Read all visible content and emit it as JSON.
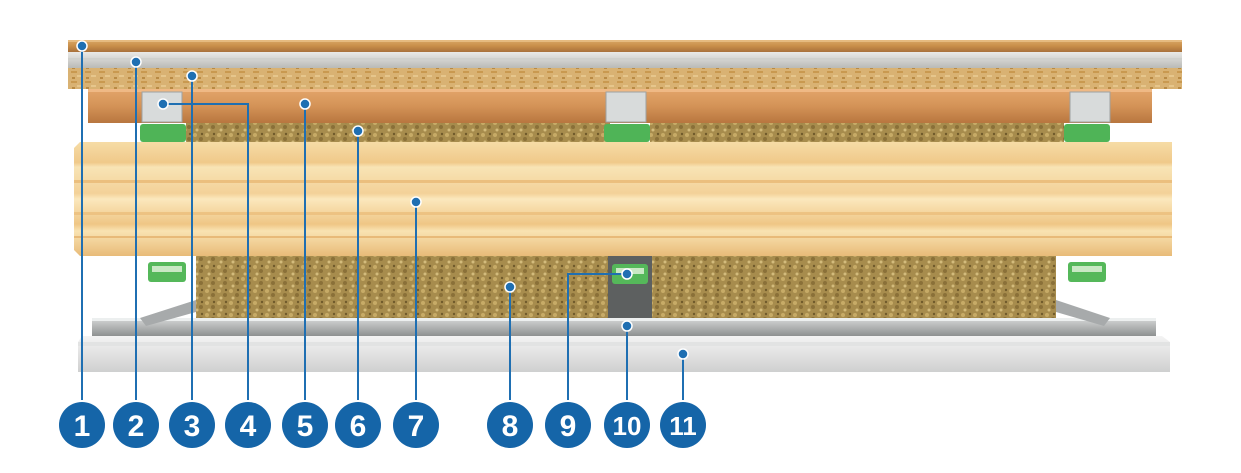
{
  "callouts": [
    {
      "number": "1"
    },
    {
      "number": "2"
    },
    {
      "number": "3"
    },
    {
      "number": "4"
    },
    {
      "number": "5"
    },
    {
      "number": "6"
    },
    {
      "number": "7"
    },
    {
      "number": "8"
    },
    {
      "number": "9"
    },
    {
      "number": "10"
    },
    {
      "number": "11"
    }
  ],
  "colors": {
    "accent": "#1f6fb2",
    "badge": "#1565a8"
  }
}
